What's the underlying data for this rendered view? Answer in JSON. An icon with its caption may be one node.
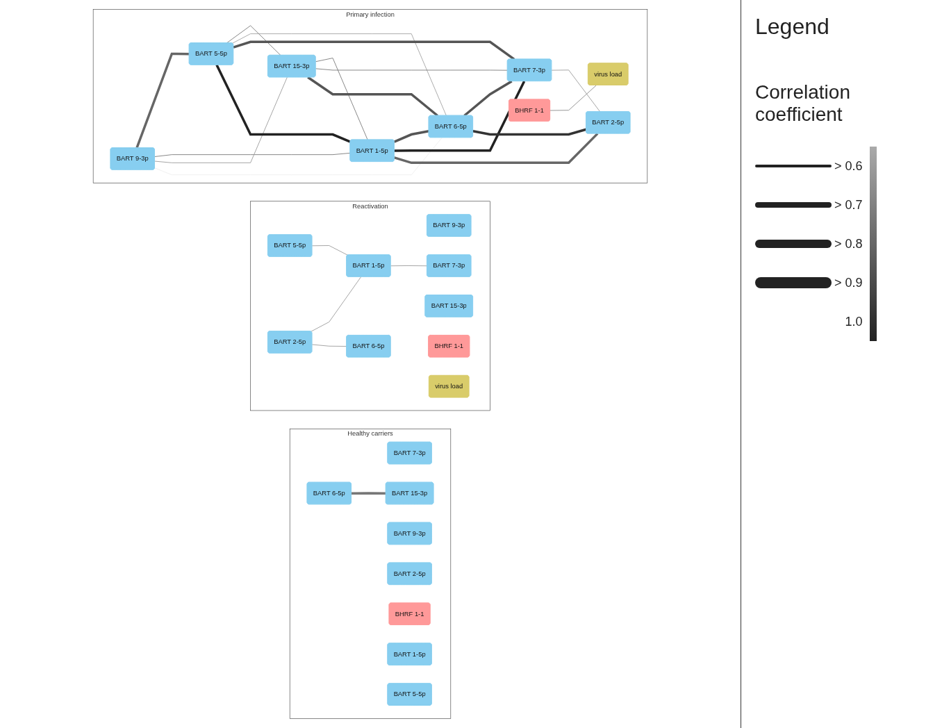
{
  "diagram": {
    "nodes": [
      {
        "text": [
          "Healthy carriers"
        ]
      },
      {
        "text": [
          "BART 7-3p"
        ],
        "in": 0
      },
      {
        "text": [
          "BART 9-3p"
        ],
        "in": 0
      },
      {
        "text": [
          "BART 6-5p"
        ],
        "in": 0
      },
      {
        "text": [
          "BART 15-3p"
        ],
        "in": 0
      },
      {
        "text": [
          "BART 2-5p"
        ],
        "in": 0
      },
      {
        "text": [
          "BHRF 1-1"
        ],
        "in": 0
      },
      {
        "text": [
          "BART 1-5p"
        ],
        "in": 0
      },
      {
        "text": [
          "BART 5-5p"
        ],
        "in": 0
      },
      {
        "text": [
          "Reactivation"
        ]
      },
      {
        "text": [
          "BART 9-3p"
        ],
        "in": 9
      },
      {
        "text": [
          "BART 5-5p"
        ],
        "in": 9
      },
      {
        "text": [
          "BART 2-5p"
        ],
        "in": 9
      },
      {
        "text": [
          "BART 15-3p"
        ],
        "in": 9
      },
      {
        "text": [
          "BART 1-5p"
        ],
        "in": 9
      },
      {
        "text": [
          "BART 6-5p"
        ],
        "in": 9
      },
      {
        "text": [
          "BART 7-3p"
        ],
        "in": 9
      },
      {
        "text": [
          "BHRF 1-1"
        ],
        "in": 9
      },
      {
        "text": [
          "virus load"
        ],
        "in": 9
      },
      {
        "text": [
          "Primary infection"
        ]
      },
      {
        "text": [
          "BART 9-3p"
        ],
        "in": 19
      },
      {
        "text": [
          "BART 5-5p"
        ],
        "in": 19
      },
      {
        "text": [
          "BART 15-3p"
        ],
        "in": 19
      },
      {
        "text": [
          "BART 1-5p"
        ],
        "in": 19
      },
      {
        "text": [
          "BHRF 1-1"
        ],
        "in": 19
      },
      {
        "text": [
          "BART 6-5p"
        ],
        "in": 19
      },
      {
        "text": [
          "BART 7-3p"
        ],
        "in": 19
      },
      {
        "text": [
          "virus load"
        ],
        "in": 19
      },
      {
        "text": [
          "BART 2-5p"
        ],
        "in": 19
      }
    ],
    "edges": [
      {
        "from": 3,
        "to": 4,
        "arrow": "none",
        "style": "thick"
      },
      {
        "from": 11,
        "to": 14,
        "arrow": "none",
        "color": "#999999"
      },
      {
        "from": 12,
        "to": 14,
        "arrow": "none",
        "color": "#999999"
      },
      {
        "from": 12,
        "to": 15,
        "arrow": "none",
        "color": "#999999"
      },
      {
        "from": 14,
        "to": 16,
        "arrow": "none",
        "color": "#999999"
      },
      {
        "from": 20,
        "to": 21,
        "arrow": "none",
        "color": "#666666",
        "style": "thick"
      },
      {
        "from": 20,
        "to": 23,
        "arrow": "none"
      },
      {
        "from": 20,
        "to": 22,
        "arrow": "none",
        "color": "#999999"
      },
      {
        "from": 20,
        "to": 25,
        "arrow": "none",
        "color": "#eeeeee"
      },
      {
        "from": 21,
        "to": 22,
        "arrow": "none"
      },
      {
        "from": 21,
        "to": 25,
        "arrow": "none",
        "color": "#a0a0a0"
      },
      {
        "from": 21,
        "to": 26,
        "arrow": "none",
        "color": "#555555",
        "style": "thick"
      },
      {
        "from": 21,
        "to": 23,
        "arrow": "none",
        "color": "#222222",
        "style": "thick"
      },
      {
        "from": 22,
        "to": 23,
        "arrow": "none"
      },
      {
        "from": 22,
        "to": 26,
        "arrow": "none"
      },
      {
        "from": 22,
        "to": 25,
        "arrow": "none",
        "color": "#555555",
        "style": "thick"
      },
      {
        "from": 23,
        "to": 25,
        "arrow": "none",
        "color": "#555555",
        "style": "thick"
      },
      {
        "from": 23,
        "to": 26,
        "arrow": "none",
        "color": "#222222",
        "style": "thick"
      },
      {
        "from": 23,
        "to": 28,
        "arrow": "none",
        "color": "#666666",
        "style": "thick"
      },
      {
        "from": 25,
        "to": 26,
        "arrow": "none",
        "color": "#555555",
        "style": "thick"
      },
      {
        "from": 25,
        "to": 28,
        "arrow": "none",
        "color": "#333333",
        "style": "thick"
      },
      {
        "from": 26,
        "to": 28,
        "arrow": "none",
        "color": "#999999"
      },
      {
        "from": 24,
        "to": 27,
        "arrow": "none",
        "color": "#888888"
      }
    ],
    "labels": [
      "Legend",
      "Correlation coefficient",
      "1.0"
    ],
    "legend": [
      {
        "text": "> 0.6"
      },
      {
        "text": "> 0.7"
      },
      {
        "text": "> 0.8"
      },
      {
        "text": "> 0.9"
      }
    ]
  }
}
